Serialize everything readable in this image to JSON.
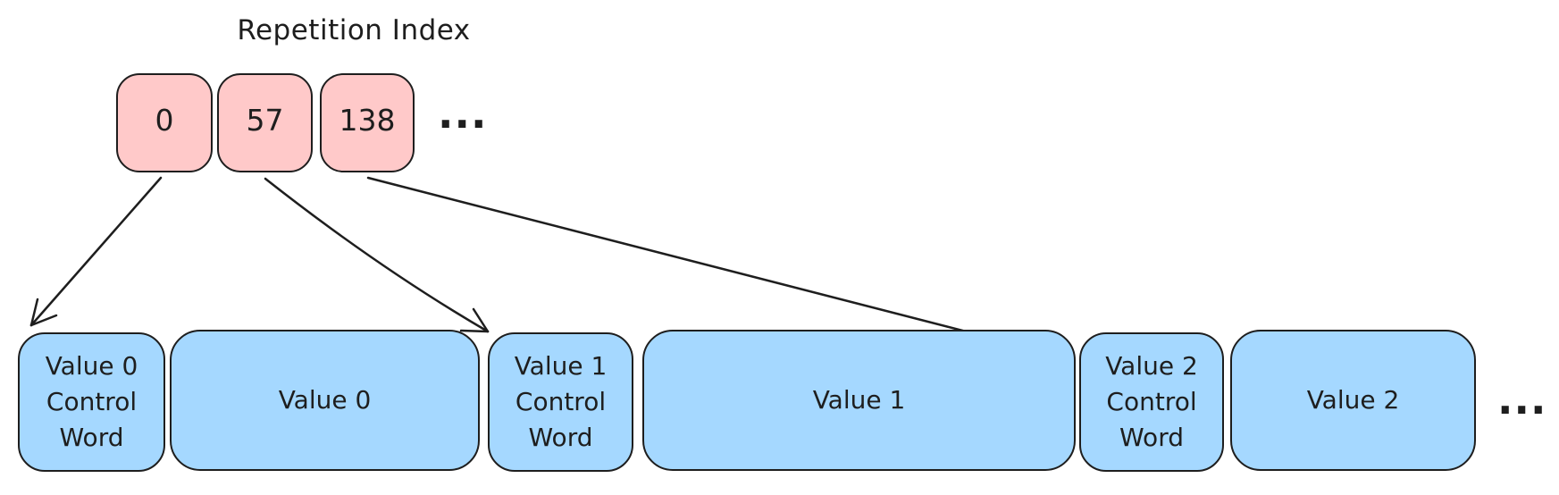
{
  "diagram": {
    "title": "Repetition Index",
    "colors": {
      "index_cell_fill": "#ffc9c9",
      "stream_cell_fill": "#a5d8ff",
      "stroke": "#1e1e1e",
      "background": "#ffffff"
    },
    "index_row": {
      "cells": [
        {
          "value": "0"
        },
        {
          "value": "57"
        },
        {
          "value": "138"
        }
      ],
      "ellipsis": "..."
    },
    "stream_row": {
      "cells": [
        {
          "label": "Value 0 Control Word",
          "kind": "control-word"
        },
        {
          "label": "Value 0",
          "kind": "value"
        },
        {
          "label": "Value 1 Control Word",
          "kind": "control-word"
        },
        {
          "label": "Value 1",
          "kind": "value"
        },
        {
          "label": "Value 2 Control Word",
          "kind": "control-word"
        },
        {
          "label": "Value 2",
          "kind": "value"
        }
      ],
      "ellipsis": "..."
    },
    "arrows": [
      {
        "from": "index-cell-0",
        "to": "value-0-control-word"
      },
      {
        "from": "index-cell-57",
        "to": "value-1-control-word"
      },
      {
        "from": "index-cell-138",
        "to": "value-2-control-word"
      }
    ]
  }
}
